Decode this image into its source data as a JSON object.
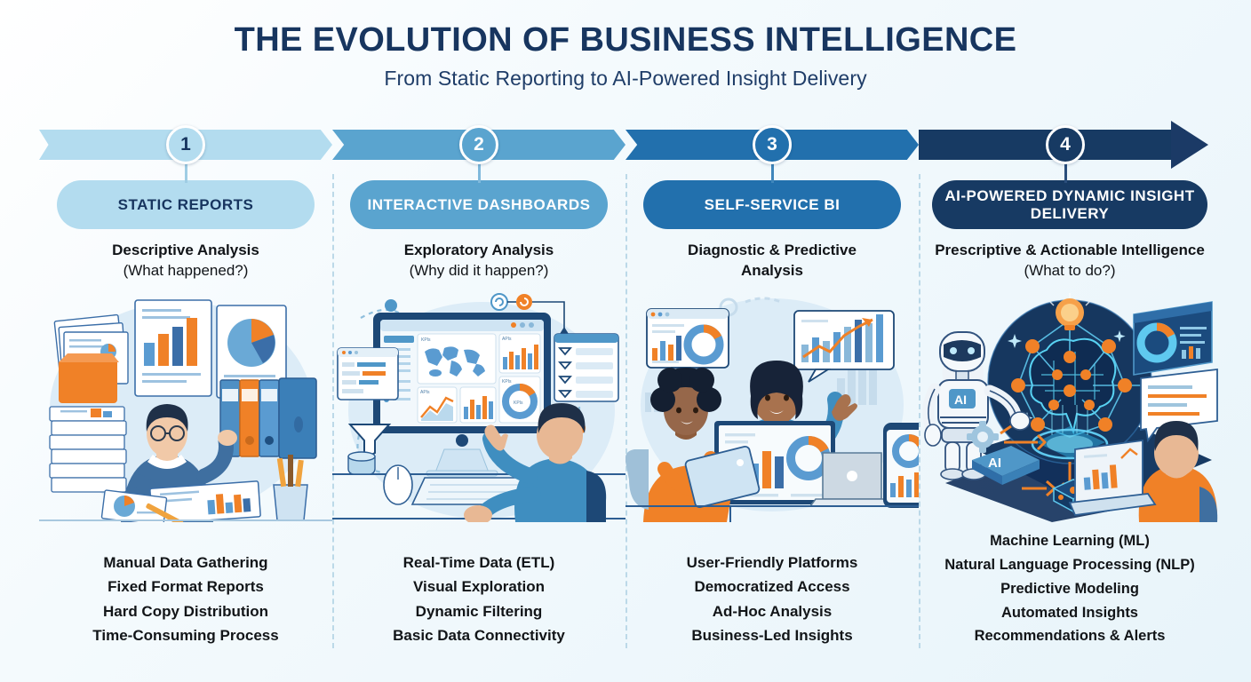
{
  "header": {
    "title": "THE EVOLUTION OF BUSINESS INTELLIGENCE",
    "subtitle": "From Static Reporting to AI-Powered Insight Delivery"
  },
  "colors": {
    "stage1": "#b3dcef",
    "stage2": "#5aa4cf",
    "stage3": "#2270ad",
    "stage4": "#173a63",
    "title_navy": "#17355f",
    "accent_orange": "#f08127",
    "text_dark": "#121518",
    "divider": "#bcd9e8"
  },
  "timeline": {
    "steps": [
      {
        "number": "1",
        "badge_fill": "#b3dcef",
        "badge_text": "#17355f"
      },
      {
        "number": "2",
        "badge_fill": "#5aa4cf",
        "badge_text": "#ffffff"
      },
      {
        "number": "3",
        "badge_fill": "#2270ad",
        "badge_text": "#ffffff"
      },
      {
        "number": "4",
        "badge_fill": "#173a63",
        "badge_text": "#ffffff"
      }
    ]
  },
  "stages": [
    {
      "pill_label": "STATIC REPORTS",
      "pill_fill": "#b3dcef",
      "pill_text": "#17355f",
      "subtitle_bold": "Descriptive Analysis",
      "subtitle_light": "(What happened?)",
      "art_name": "static-reports-illustration",
      "bullets": [
        "Manual Data Gathering",
        "Fixed Format Reports",
        "Hard Copy Distribution",
        "Time-Consuming Process"
      ]
    },
    {
      "pill_label": "INTERACTIVE DASHBOARDS",
      "pill_fill": "#5aa4cf",
      "pill_text": "#ffffff",
      "subtitle_bold": "Exploratory Analysis",
      "subtitle_light": "(Why did it happen?)",
      "art_name": "interactive-dashboards-illustration",
      "bullets": [
        "Real-Time Data (ETL)",
        "Visual Exploration",
        "Dynamic Filtering",
        "Basic Data Connectivity"
      ]
    },
    {
      "pill_label": "SELF-SERVICE BI",
      "pill_fill": "#2270ad",
      "pill_text": "#ffffff",
      "subtitle_bold": "Diagnostic & Predictive Analysis",
      "subtitle_light": "",
      "art_name": "self-service-bi-illustration",
      "bullets": [
        "User-Friendly Platforms",
        "Democratized Access",
        "Ad-Hoc Analysis",
        "Business-Led Insights"
      ]
    },
    {
      "pill_label": "AI-POWERED DYNAMIC INSIGHT DELIVERY",
      "pill_fill": "#173a63",
      "pill_text": "#ffffff",
      "subtitle_bold": "Prescriptive & Actionable Intelligence",
      "subtitle_light": "(What to do?)",
      "art_name": "ai-powered-insight-illustration",
      "bullets": [
        "Machine Learning (ML)",
        "Natural Language Processing (NLP)",
        "Predictive Modeling",
        "Automated Insights",
        "Recommendations & Alerts"
      ]
    }
  ]
}
